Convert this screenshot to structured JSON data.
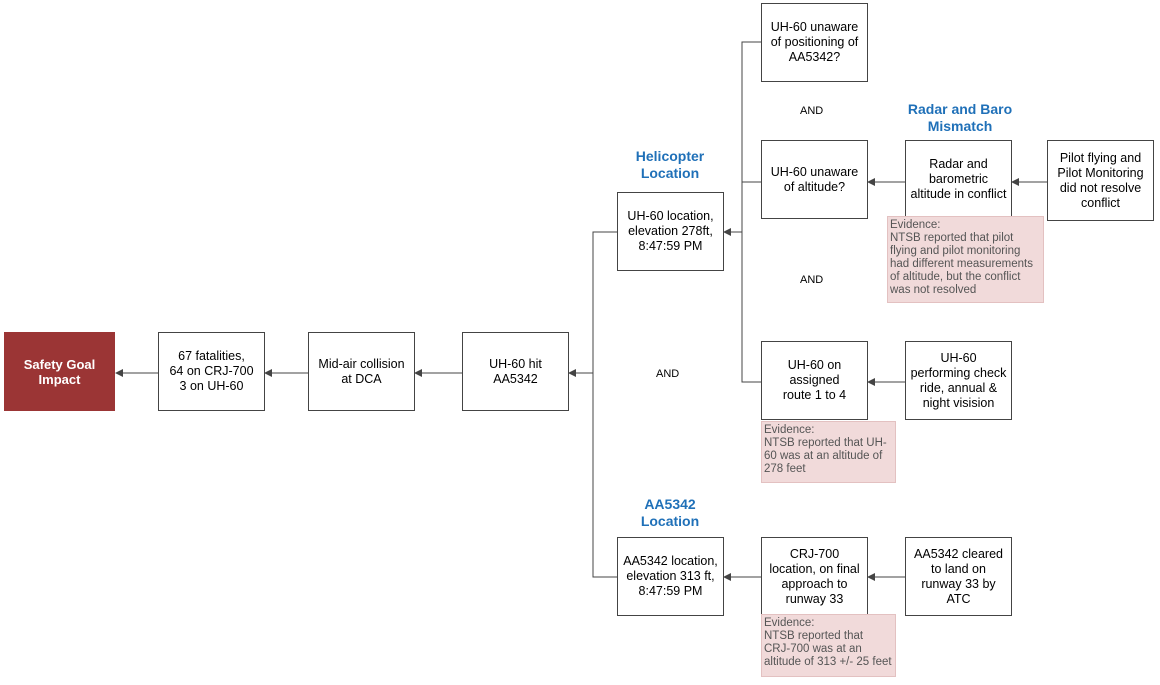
{
  "nodes": {
    "safety_goal": "Safety Goal\nImpact",
    "fatalities": "67 fatalities,\n64 on CRJ-700\n3 on UH-60",
    "midair": "Mid-air collision\nat DCA",
    "hit": "UH-60 hit\nAA5342",
    "uh60_location": "UH-60 location,\nelevation 278ft,\n8:47:59 PM",
    "aa5342_location": "AA5342 location,\nelevation 313 ft,\n8:47:59 PM",
    "unaware_position": "UH-60 unaware\nof positioning of\nAA5342?",
    "unaware_altitude": "UH-60 unaware\nof altitude?",
    "assigned_route": "UH-60 on\nassigned\nroute 1 to 4",
    "radar_conflict": "Radar and\nbarometric\naltitude in conflict",
    "pilot_conflict": "Pilot flying and\nPilot Monitoring\ndid not resolve\nconflict",
    "check_ride": "UH-60\nperforming check\nride, annual &\nnight visision",
    "crj_final": "CRJ-700\nlocation, on final\napproach to\nrunway 33",
    "cleared_land": "AA5342 cleared\nto land on\nrunway 33 by\nATC"
  },
  "headings": {
    "helicopter_location": "Helicopter\nLocation",
    "aa5342_location": "AA5342\nLocation",
    "radar_baro": "Radar and Baro\nMismatch"
  },
  "gates": {
    "and_main": "AND",
    "and_upper": "AND",
    "and_middle": "AND"
  },
  "evidence": {
    "radar": "Evidence:\nNTSB reported that pilot\nflying and pilot monitoring\nhad different measurements\nof altitude, but the conflict\nwas not resolved",
    "route": "Evidence:\nNTSB reported that UH-\n60 was at an altitude of\n278 feet",
    "crj": "Evidence:\nNTSB reported that\nCRJ-700 was at an\naltitude of 313 +/- 25 feet"
  },
  "colors": {
    "goal_fill": "#9b3535",
    "heading_blue": "#1f70b8",
    "evidence_fill": "#f1dada",
    "line": "#444444"
  }
}
